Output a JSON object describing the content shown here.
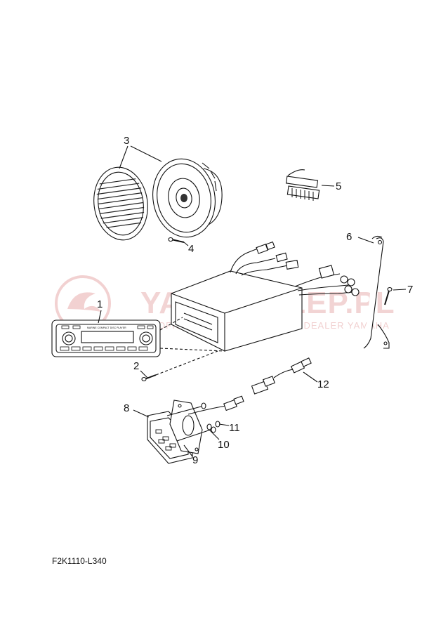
{
  "watermark": {
    "brand": "YAMA-SKLEP.PL",
    "tagline": "OFICJALNY DYSTRYBUTOR I DEALER YAMAHA"
  },
  "callouts": [
    "1",
    "2",
    "3",
    "4",
    "5",
    "6",
    "7",
    "8",
    "9",
    "10",
    "11",
    "12"
  ],
  "radio_labels": {
    "model": "MARINE COMPACT DISC PLAYER"
  },
  "drawing_code": "F2K1110-L340"
}
